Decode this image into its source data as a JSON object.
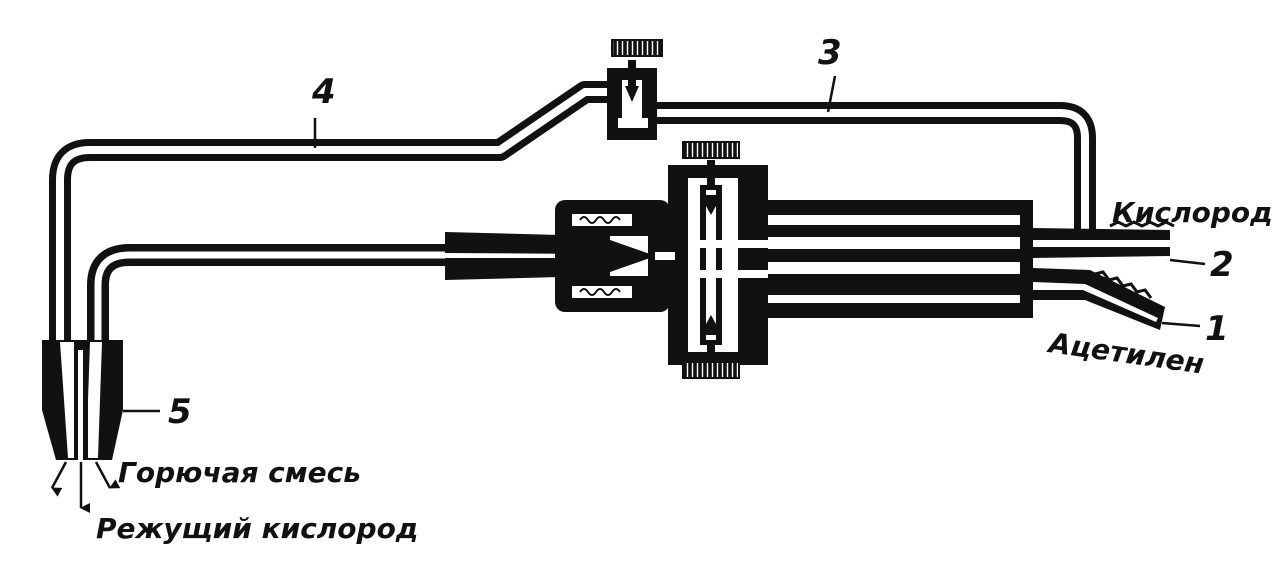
{
  "labels": {
    "oxygen": "Кислород",
    "acetylene": "Ацетилен",
    "combustible_mix": "Горючая смесь",
    "cutting_oxygen": "Режущий кислород",
    "n1": "1",
    "n2": "2",
    "n3": "3",
    "n4": "4",
    "n5": "5"
  },
  "colors": {
    "ink": "#111111",
    "paper": "#ffffff"
  }
}
